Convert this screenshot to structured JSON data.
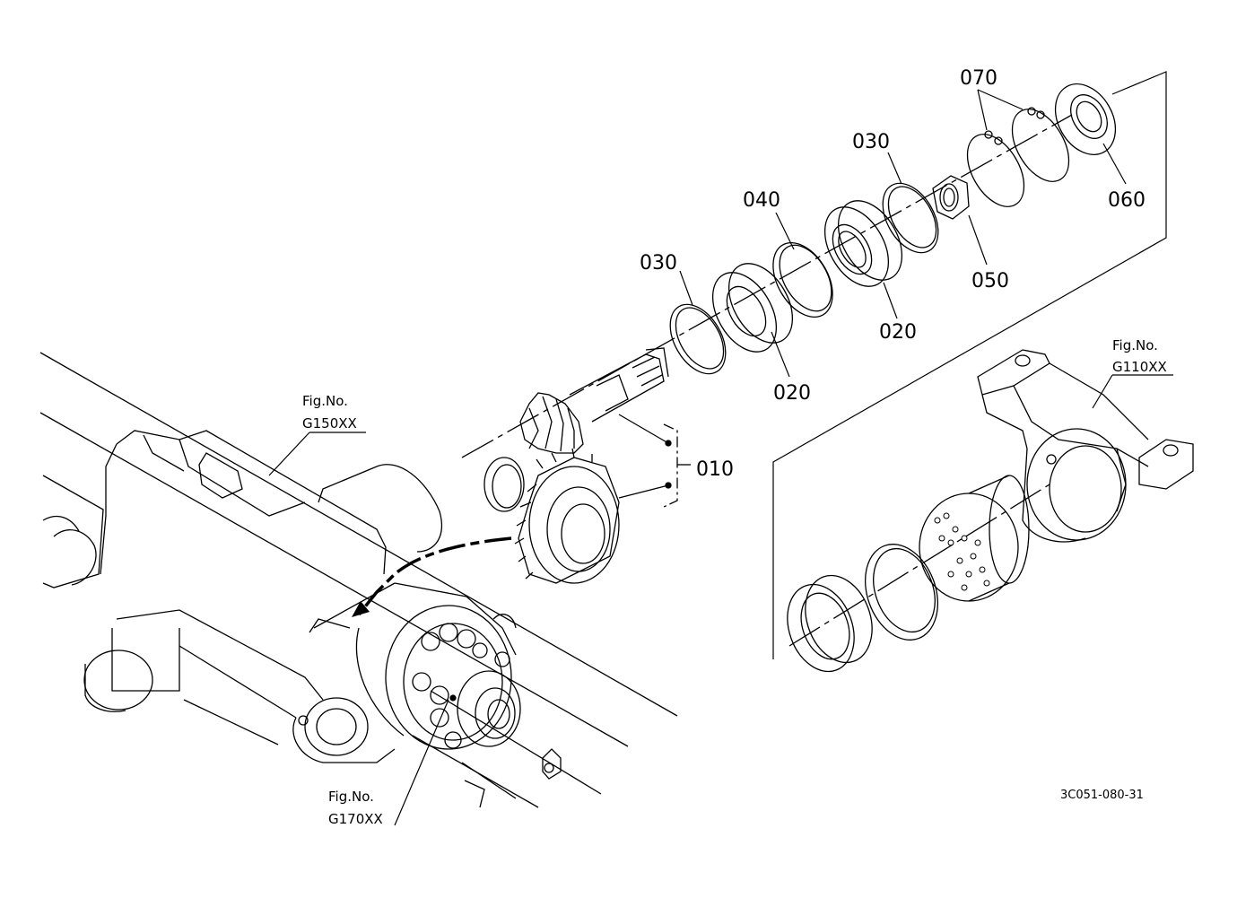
{
  "diagram": {
    "callouts": {
      "p010": "010",
      "p020a": "020",
      "p020b": "020",
      "p030a": "030",
      "p030b": "030",
      "p040": "040",
      "p050": "050",
      "p060": "060",
      "p070": "070"
    },
    "figure_refs": {
      "g150": {
        "caption": "Fig.No.",
        "code": "G150XX"
      },
      "g110": {
        "caption": "Fig.No.",
        "code": "G110XX"
      },
      "g170": {
        "caption": "Fig.No.",
        "code": "G170XX"
      }
    },
    "drawing_number": "3C051-080-31"
  }
}
